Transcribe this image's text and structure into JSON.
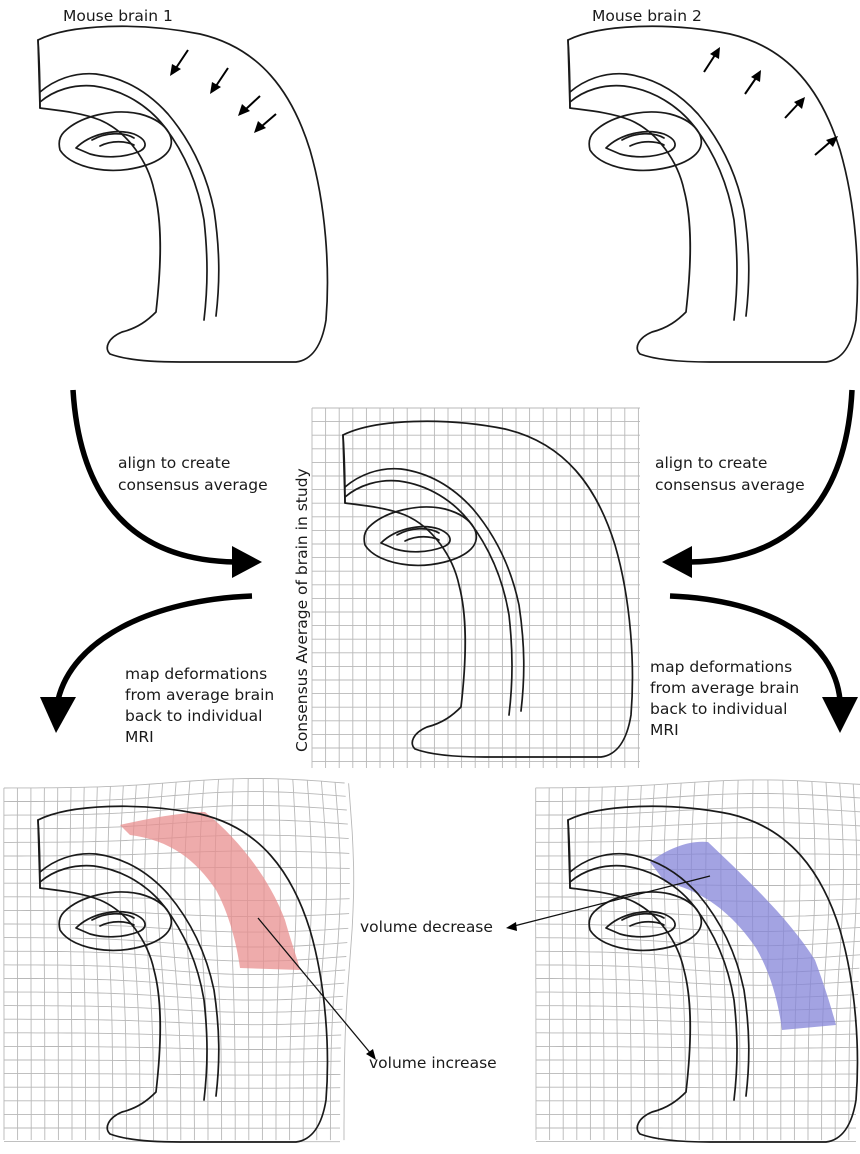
{
  "labels": {
    "brain1_title": "Mouse brain 1",
    "brain2_title": "Mouse brain 2",
    "align_left_line1": "align to create",
    "align_left_line2": "consensus average",
    "align_right_line1": "align to create",
    "align_right_line2": "consensus average",
    "consensus_label": "Consensus Average of brain in study",
    "map_left": [
      "map deformations",
      "from average brain",
      "back to individual",
      "MRI"
    ],
    "map_right": [
      "map deformations",
      "from average brain",
      "back to individual",
      "MRI"
    ],
    "volume_decrease": "volume decrease",
    "volume_increase": "volume increase"
  },
  "colors": {
    "increase_region": "#e88f8f",
    "decrease_region": "#8484d8",
    "grid": "#b8b8b8",
    "outline": "#1a1a1a"
  },
  "deformation_arrows": {
    "brain1": "inward",
    "brain2": "outward"
  }
}
